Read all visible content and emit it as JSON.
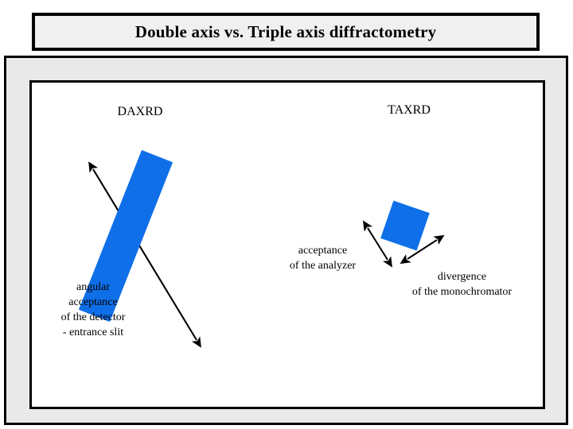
{
  "slide": {
    "title": "Double axis vs. Triple axis diffractometry",
    "accent_blue": "#0f6fe8",
    "frame_gray": "#e9e9e9",
    "title_fill": "#f0f0f0",
    "stroke_black": "#000000"
  },
  "diagram": {
    "left_group": {
      "heading": "DAXRD",
      "shape_name": "daxrd-acceptance-bar",
      "caption_lines": [
        "angular",
        "acceptance",
        "of the detector",
        "- entrance slit"
      ],
      "arrow_name": "angular-acceptance-arrow"
    },
    "right_group": {
      "heading": "TAXRD",
      "shape_name": "taxrd-acceptance-square",
      "analyzer_caption_lines": [
        "acceptance",
        "of the analyzer"
      ],
      "monochromator_caption_lines": [
        "divergence",
        "of the monochromator"
      ],
      "analyzer_arrow_name": "analyzer-acceptance-arrow",
      "monochromator_arrow_name": "monochromator-divergence-arrow"
    }
  }
}
